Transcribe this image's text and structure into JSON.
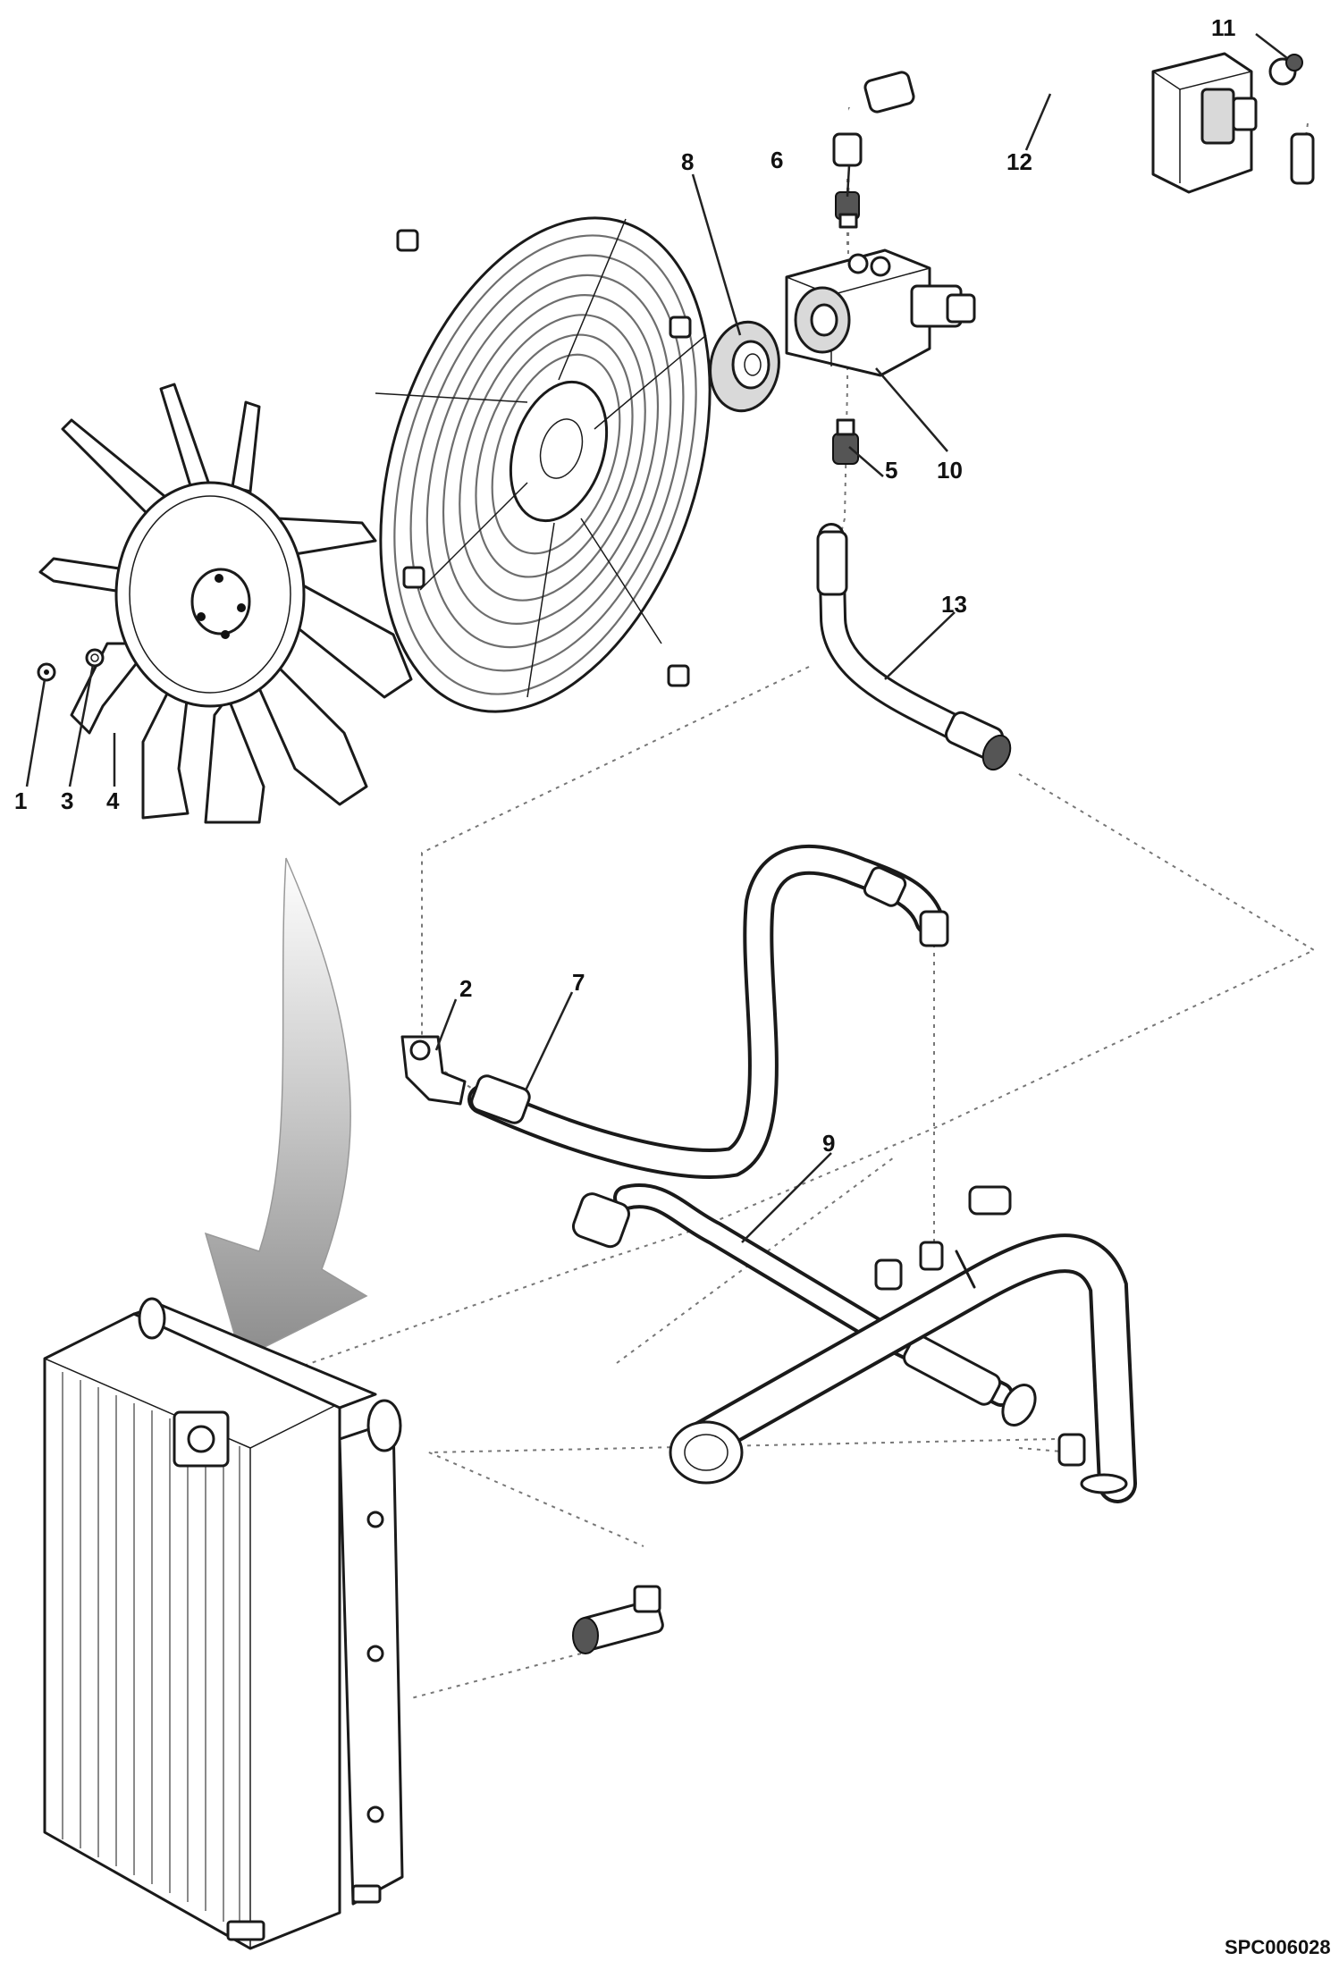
{
  "callouts": {
    "c1": "1",
    "c2": "2",
    "c3": "3",
    "c4": "4",
    "c5": "5",
    "c6": "6",
    "c7": "7",
    "c8": "8",
    "c9": "9",
    "c10": "10",
    "c11": "11",
    "c12": "12",
    "c13": "13"
  },
  "reference_code": "SPC006028",
  "colors": {
    "linework": "#1a1a1a",
    "guard": "#6e6e6e",
    "arrow": "#b0b0b0",
    "background": "#ffffff"
  }
}
